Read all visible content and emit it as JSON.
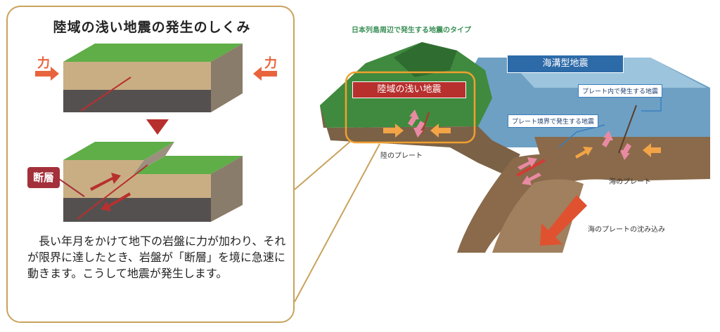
{
  "left_panel": {
    "title": "陸域の浅い地震の発生のしくみ",
    "force_label": "力",
    "fault_label": "断層",
    "description": "長い年月をかけて地下の岩盤に力が加わり、それが限界に達したとき、岩盤が「断層」を境に急速に動きます。こうして地震が発生します。"
  },
  "right_diagram": {
    "caption": "日本列島周辺で発生する地震のタイプ",
    "trench_quake": "海溝型地震",
    "inland_quake": "陸域の浅い地震",
    "intraplate_sea": "プレート内で発生する地震",
    "interplate": "プレート境界で発生する地震",
    "land_plate": "陸のプレート",
    "sea_plate": "海のプレート",
    "subduction": "海のプレートの沈み込み"
  },
  "colors": {
    "frame": "#c9a25e",
    "force_arrow": "#e8643c",
    "fault_badge": "#a3303a",
    "sea_label": "#2d6aa8",
    "land_label": "#b8302e",
    "highlight_ring": "#f0a030"
  }
}
